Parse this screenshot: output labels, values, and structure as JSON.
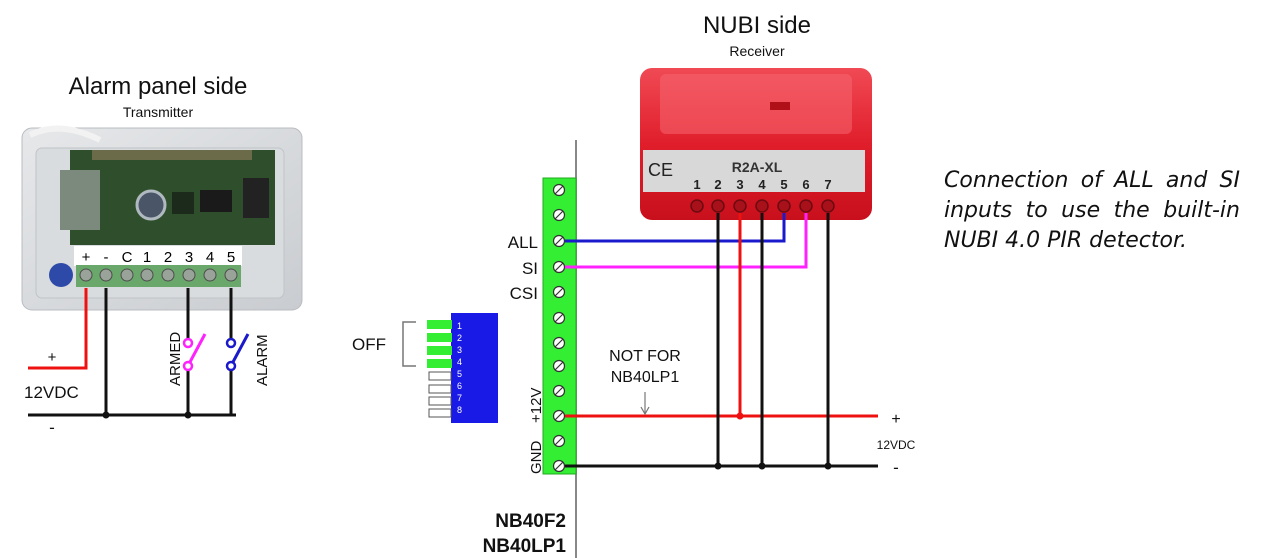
{
  "left": {
    "title": "Alarm panel side",
    "subtitle": "Transmitter",
    "terminals": [
      "+",
      "-",
      "C",
      "1",
      "2",
      "3",
      "4",
      "5"
    ],
    "plus": "+",
    "voltage": "12VDC",
    "minus": "-",
    "armed": "ARMED",
    "alarm": "ALARM"
  },
  "right": {
    "title": "NUBI side",
    "subtitle": "Receiver",
    "ce_mark": "CE",
    "module": "R2A-XL",
    "module_pins": [
      "1",
      "2",
      "3",
      "4",
      "5",
      "6",
      "7"
    ],
    "input_all": "ALL",
    "input_si": "SI",
    "input_csi": "CSI",
    "power_12v": "+12V",
    "gnd": "GND",
    "plus": "+",
    "voltage": "12VDC",
    "minus": "-",
    "note_line1": "NOT FOR",
    "note_line2": "NB40LP1",
    "off": "OFF",
    "dip_numbers": [
      "1",
      "2",
      "3",
      "4",
      "5",
      "6",
      "7",
      "8"
    ],
    "model1": "NB40F2",
    "model2": "NB40LP1"
  },
  "caption": "Connection of ALL and SI inputs to use the built-in NUBI 4.0 PIR detector.",
  "colors": {
    "red_wire": "#ee1111",
    "blue_wire": "#1a1acc",
    "magenta_wire": "#ff22ff",
    "terminal_green": "#33ee33",
    "dip_blue": "#1a1ae6",
    "receiver_red": "#e8202c"
  }
}
